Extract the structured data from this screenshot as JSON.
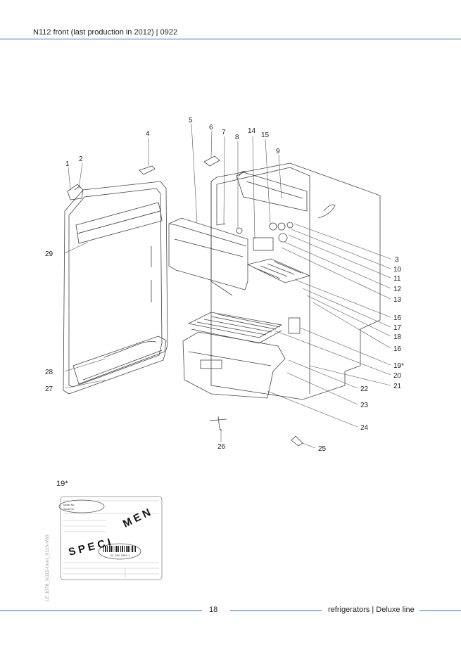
{
  "header": {
    "title": "N112 front (last production in 2012) | 0922"
  },
  "callouts": [
    "1",
    "2",
    "3",
    "4",
    "5",
    "6",
    "7",
    "8",
    "9",
    "10",
    "11",
    "12",
    "13",
    "14",
    "15",
    "16",
    "16",
    "17",
    "18",
    "19*",
    "20",
    "21",
    "22",
    "23",
    "24",
    "25",
    "26",
    "27",
    "28",
    "29"
  ],
  "inset": {
    "label": "19*",
    "model_label": "Model No.",
    "serial_label": "Serial No.",
    "specimen_top": "M E N",
    "specimen_bottom": "S P E C I",
    "barcode_number": "55 5B4 5050 1"
  },
  "side_code": "LE 1078_N112-front_0115-V00",
  "footer": {
    "page_number": "18",
    "section": "refrigerators | Deluxe line"
  },
  "colors": {
    "accent_rule": "#2e6fb4",
    "line_art": "#444444"
  }
}
